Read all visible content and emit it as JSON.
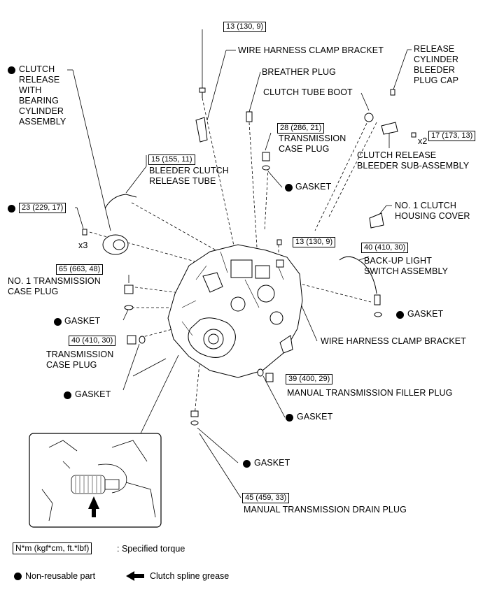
{
  "labels": {
    "wire_harness_clamp_bracket_top": "WIRE HARNESS CLAMP BRACKET",
    "breather_plug": "BREATHER PLUG",
    "release_cylinder_bleeder_plug_cap": "RELEASE\nCYLINDER\nBLEEDER\nPLUG CAP",
    "clutch_release_bearing_cylinder": "CLUTCH\nRELEASE\nWITH\nBEARING\nCYLINDER\nASSEMBLY",
    "clutch_tube_boot": "CLUTCH TUBE BOOT",
    "transmission_case_plug_top": "TRANSMISSION\nCASE PLUG",
    "clutch_release_bleeder": "CLUTCH RELEASE\nBLEEDER SUB-ASSEMBLY",
    "bleeder_clutch_release_tube": "BLEEDER CLUTCH\nRELEASE TUBE",
    "gasket_top": "GASKET",
    "no1_clutch_housing_cover": "NO. 1 CLUTCH\nHOUSING COVER",
    "backup_light_switch": "BACK-UP LIGHT\nSWITCH ASSEMBLY",
    "no1_transmission_case_plug": "NO. 1 TRANSMISSION\nCASE PLUG",
    "gasket_left": "GASKET",
    "gasket_right": "GASKET",
    "wire_harness_clamp_bracket_mid": "WIRE HARNESS CLAMP BRACKET",
    "transmission_case_plug_left": "TRANSMISSION\nCASE PLUG",
    "gasket_left2": "GASKET",
    "manual_transmission_filler_plug": "MANUAL TRANSMISSION FILLER PLUG",
    "gasket_filler": "GASKET",
    "gasket_drain": "GASKET",
    "manual_transmission_drain_plug": "MANUAL TRANSMISSION DRAIN PLUG",
    "x3": "x3",
    "x2": "x2"
  },
  "torques": {
    "t13_top": "13 (130, 9)",
    "t28": "28 (286, 21)",
    "t17": "17 (173, 13)",
    "t15": "15 (155, 11)",
    "t23": "23 (229, 17)",
    "t13_mid": "13 (130, 9)",
    "t40_backup": "40 (410, 30)",
    "t65": "65 (663, 48)",
    "t40_plug": "40 (410, 30)",
    "t39": "39 (400, 29)",
    "t45": "45 (459, 33)"
  },
  "legend": {
    "torque_box": "N*m (kgf*cm, ft.*lbf)",
    "torque_desc": ": Specified torque",
    "non_reusable": "Non-reusable part",
    "spline_grease": "Clutch spline grease"
  }
}
